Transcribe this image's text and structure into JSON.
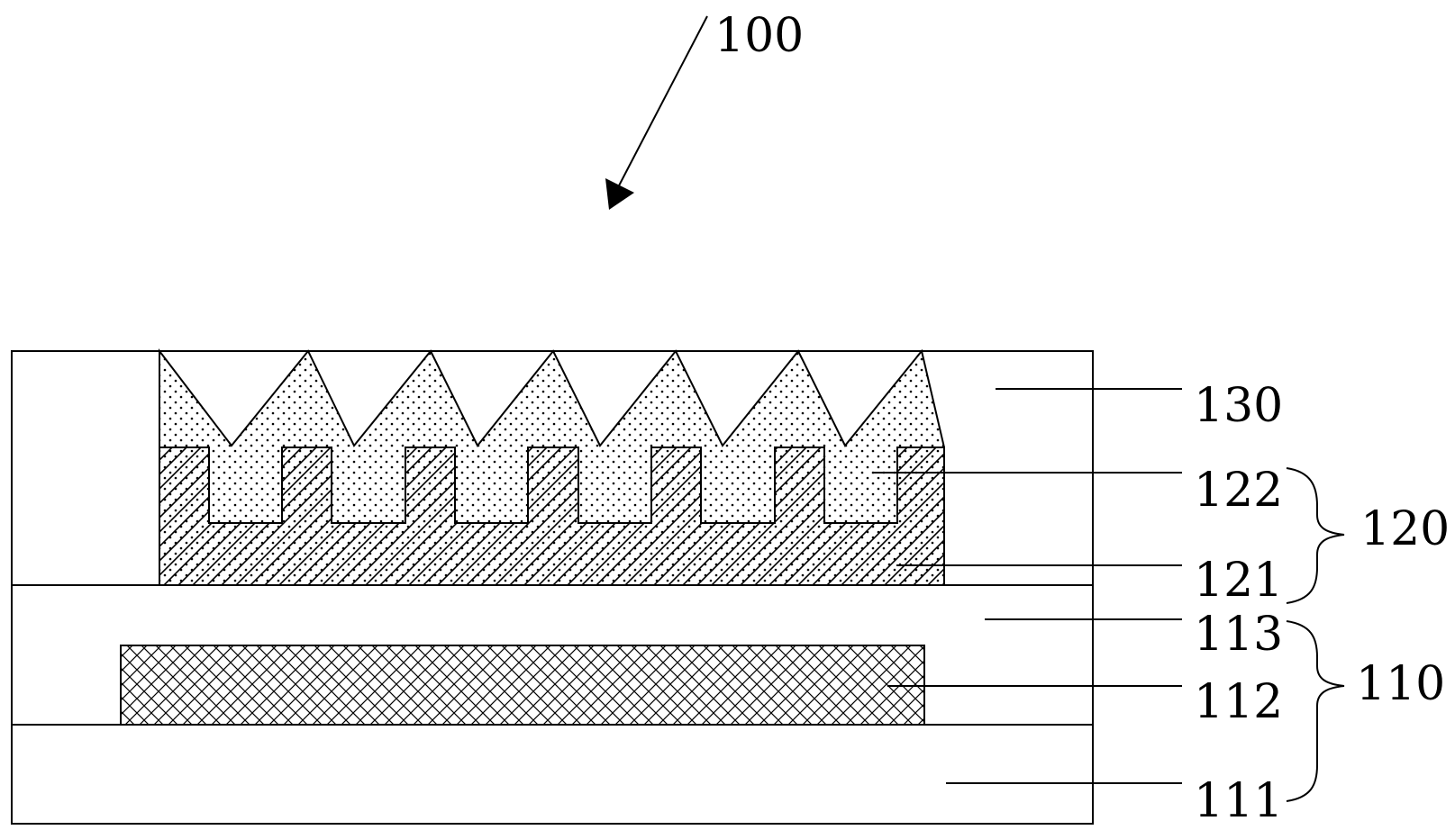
{
  "figure": {
    "device_label": "100",
    "layers": [
      {
        "key": "layer_130",
        "label": "130"
      },
      {
        "key": "layer_122",
        "label": "122"
      },
      {
        "key": "layer_121",
        "label": "121"
      },
      {
        "key": "layer_113",
        "label": "113"
      },
      {
        "key": "layer_112",
        "label": "112"
      },
      {
        "key": "layer_111",
        "label": "111"
      }
    ],
    "groups": [
      {
        "key": "group_120",
        "label": "120"
      },
      {
        "key": "group_110",
        "label": "110"
      }
    ],
    "colors": {
      "line": "#000000",
      "background": "#ffffff"
    }
  }
}
